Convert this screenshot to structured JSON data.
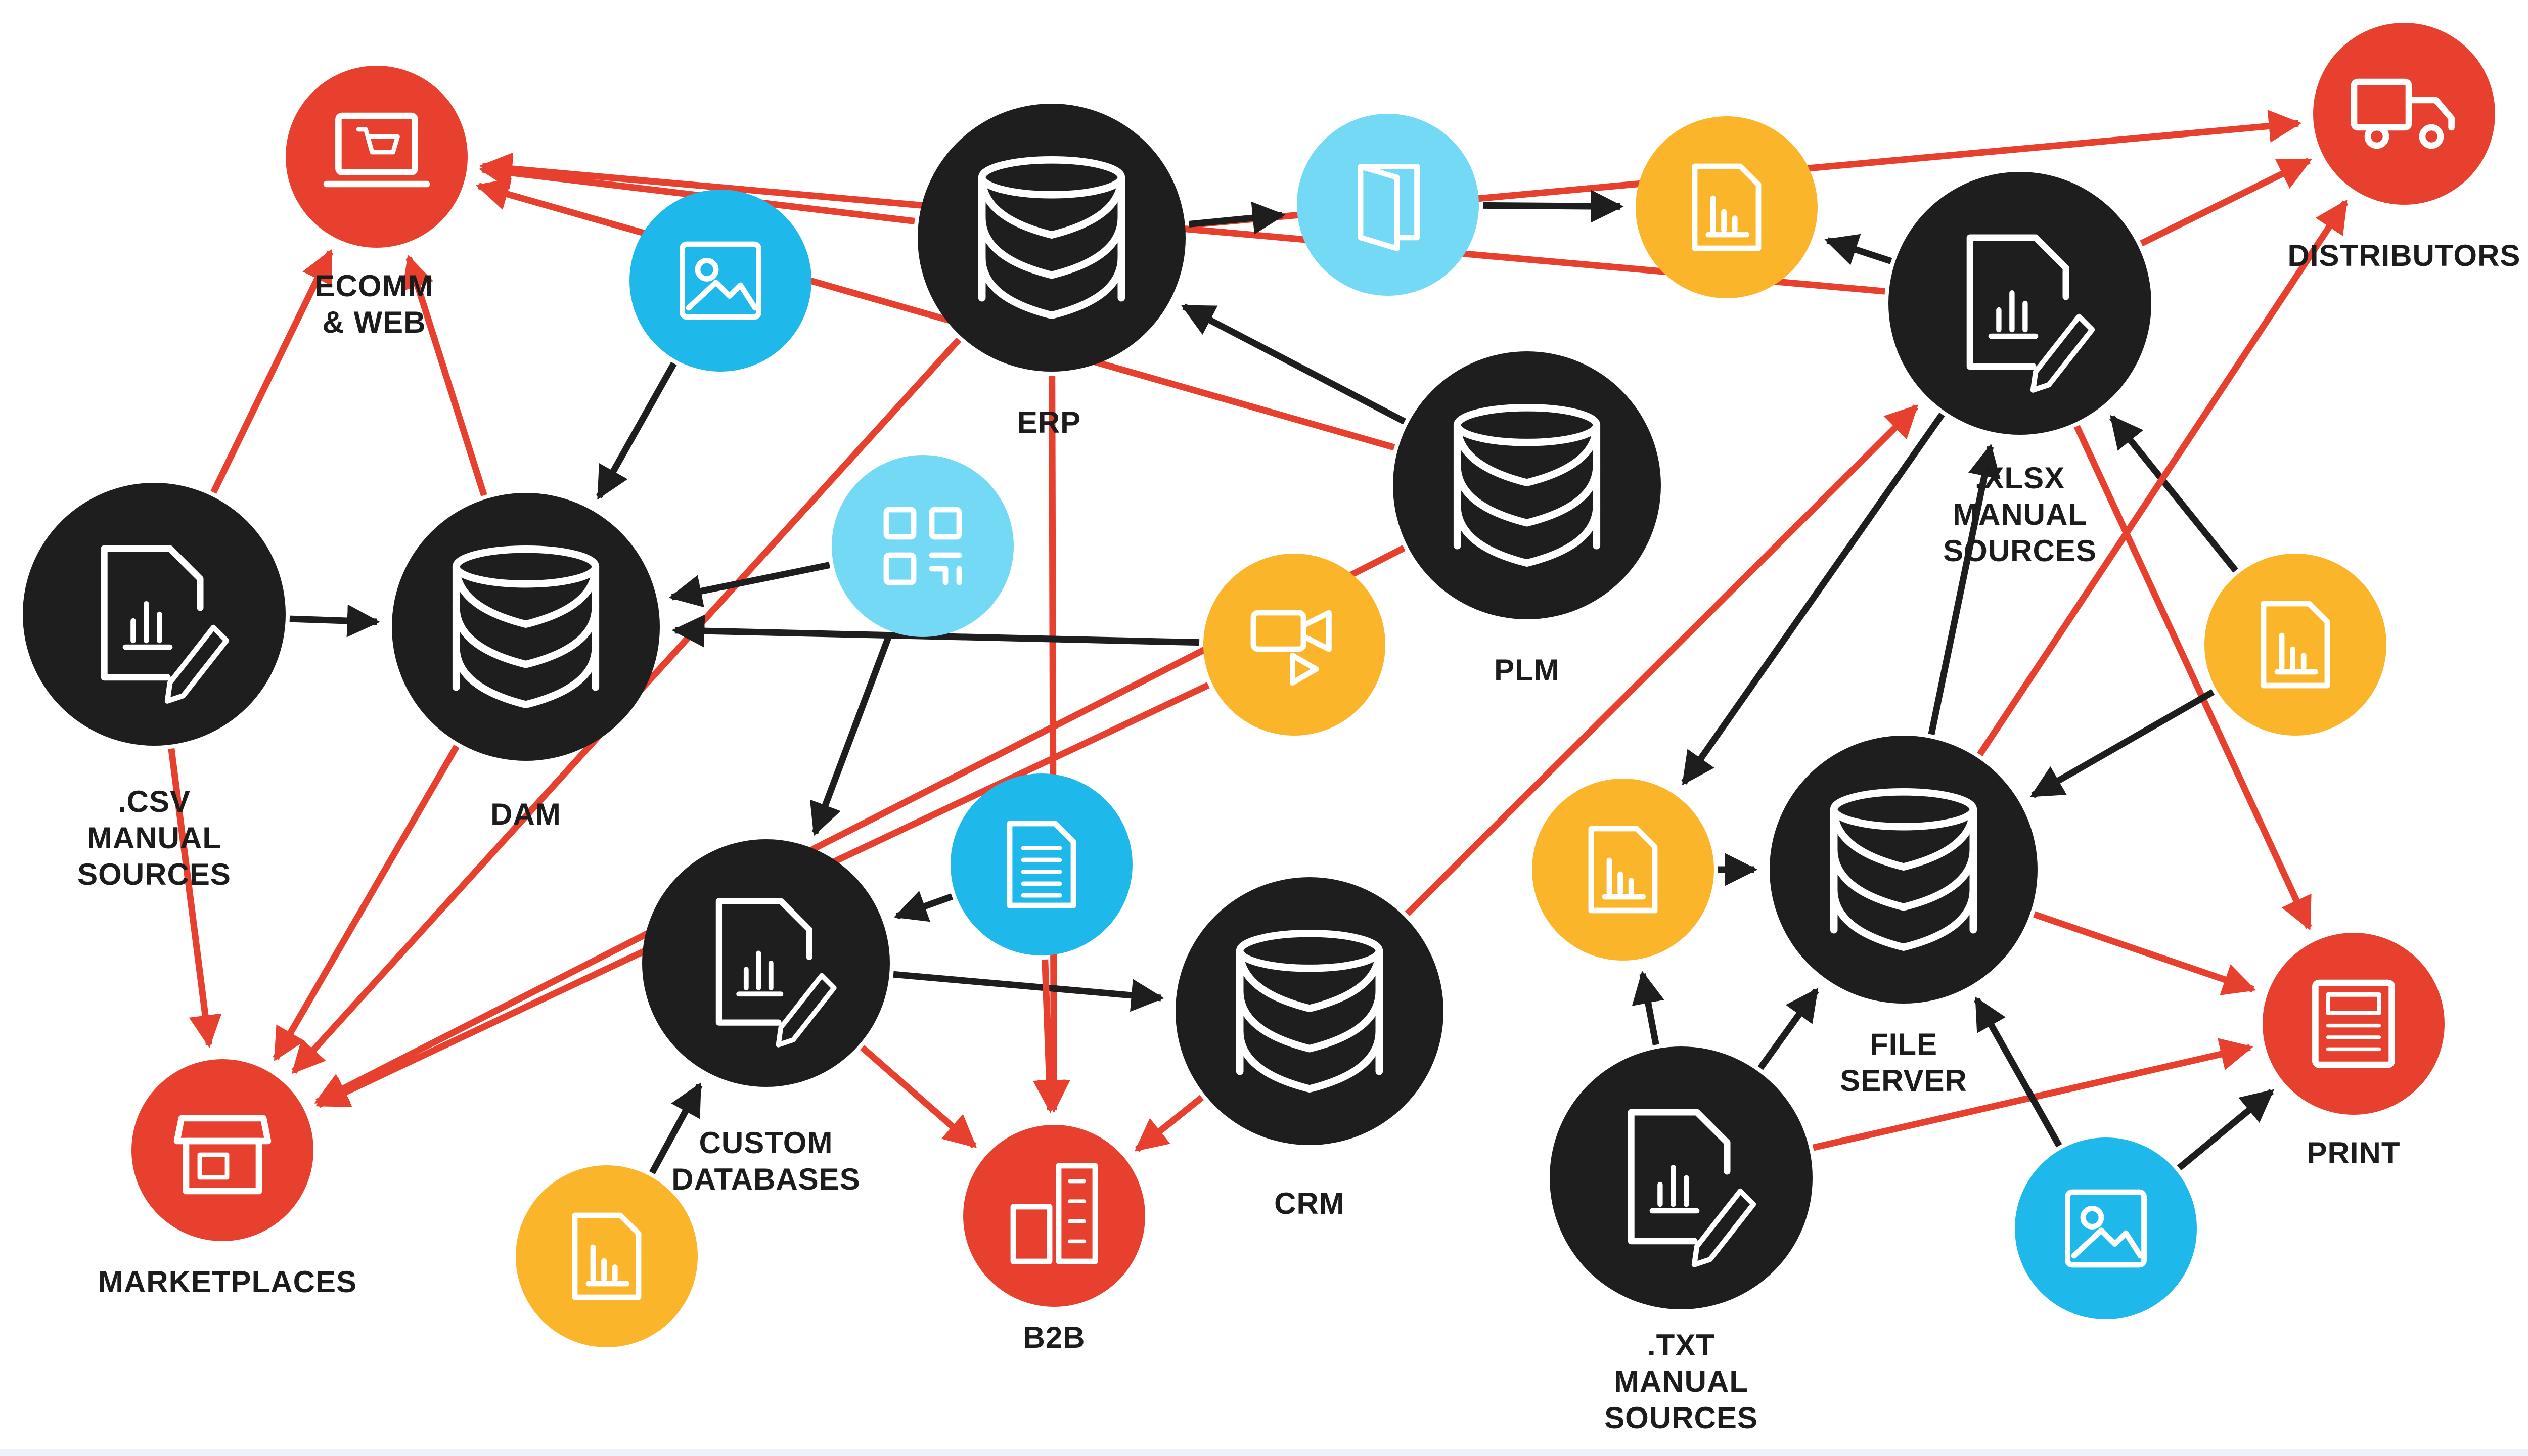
{
  "colors": {
    "red": "#e8402f",
    "black": "#1e1e1e",
    "light_blue": "#73d9f4",
    "blue": "#1fb8ea",
    "yellow": "#fbb52b",
    "white": "#ffffff"
  },
  "labels": {
    "ecomm": [
      "ECOMM",
      "& WEB"
    ],
    "erp": "ERP",
    "distributors": "DISTRIBUTORS",
    "xlsx": [
      ".XLSX",
      "MANUAL",
      "SOURCES"
    ],
    "csv": [
      ".CSV",
      "MANUAL",
      "SOURCES"
    ],
    "dam": "DAM",
    "plm": "PLM",
    "custom_db": [
      "CUSTOM",
      "DATABASES"
    ],
    "crm": "CRM",
    "file_server": [
      "FILE",
      "SERVER"
    ],
    "marketplaces": "MARKETPLACES",
    "b2b": "B2B",
    "print": "PRINT",
    "txt": [
      ".TXT",
      "MANUAL",
      "SOURCES"
    ]
  },
  "nodes": [
    {
      "id": "ecomm",
      "kind": "destination",
      "icon": "laptop-cart-icon"
    },
    {
      "id": "distributors",
      "kind": "destination",
      "icon": "truck-icon"
    },
    {
      "id": "marketplaces",
      "kind": "destination",
      "icon": "storefront-icon"
    },
    {
      "id": "b2b",
      "kind": "destination",
      "icon": "buildings-icon"
    },
    {
      "id": "print",
      "kind": "destination",
      "icon": "newspaper-icon"
    },
    {
      "id": "erp",
      "kind": "system",
      "icon": "database-icon"
    },
    {
      "id": "dam",
      "kind": "system",
      "icon": "database-icon"
    },
    {
      "id": "plm",
      "kind": "system",
      "icon": "database-icon"
    },
    {
      "id": "crm",
      "kind": "system",
      "icon": "database-icon"
    },
    {
      "id": "file_server",
      "kind": "system",
      "icon": "database-icon"
    },
    {
      "id": "csv",
      "kind": "manual-source",
      "icon": "file-chart-pen-icon"
    },
    {
      "id": "xlsx",
      "kind": "manual-source",
      "icon": "file-chart-pen-icon"
    },
    {
      "id": "txt",
      "kind": "manual-source",
      "icon": "file-chart-pen-icon"
    },
    {
      "id": "custom_db",
      "kind": "manual-source",
      "icon": "file-chart-pen-icon"
    },
    {
      "id": "img_top",
      "kind": "asset",
      "icon": "image-icon"
    },
    {
      "id": "catalog",
      "kind": "asset",
      "icon": "catalog-icon"
    },
    {
      "id": "qr",
      "kind": "asset",
      "icon": "qr-code-icon"
    },
    {
      "id": "doc",
      "kind": "asset",
      "icon": "document-icon"
    },
    {
      "id": "video",
      "kind": "asset",
      "icon": "video-icon"
    },
    {
      "id": "y_top",
      "kind": "data-file",
      "icon": "chart-file-icon"
    },
    {
      "id": "y_right",
      "kind": "data-file",
      "icon": "chart-file-icon"
    },
    {
      "id": "y_mid",
      "kind": "data-file",
      "icon": "chart-file-icon"
    },
    {
      "id": "y_bottom",
      "kind": "data-file",
      "icon": "chart-file-icon"
    },
    {
      "id": "img_bottom",
      "kind": "asset",
      "icon": "image-icon"
    }
  ],
  "edges": [
    {
      "from": "erp",
      "to": "ecomm",
      "color": "red"
    },
    {
      "from": "erp",
      "to": "marketplaces",
      "color": "red"
    },
    {
      "from": "erp",
      "to": "b2b",
      "color": "red"
    },
    {
      "from": "erp",
      "to": "distributors",
      "color": "red"
    },
    {
      "from": "plm",
      "to": "ecomm",
      "color": "red"
    },
    {
      "from": "plm",
      "to": "erp",
      "color": "black"
    },
    {
      "from": "xlsx",
      "to": "ecomm",
      "color": "red"
    },
    {
      "from": "xlsx",
      "to": "print",
      "color": "red"
    },
    {
      "from": "xlsx",
      "to": "distributors",
      "color": "red"
    },
    {
      "from": "xlsx",
      "to": "y_top",
      "color": "black"
    },
    {
      "from": "xlsx",
      "to": "y_mid",
      "color": "black"
    },
    {
      "from": "erp",
      "to": "catalog",
      "color": "black"
    },
    {
      "from": "catalog",
      "to": "y_top",
      "color": "black"
    },
    {
      "from": "img_top",
      "to": "dam",
      "color": "black"
    },
    {
      "from": "qr",
      "to": "dam",
      "color": "black"
    },
    {
      "from": "qr",
      "to": "custom_db",
      "color": "black"
    },
    {
      "from": "video",
      "to": "dam",
      "color": "black"
    },
    {
      "from": "video",
      "to": "marketplaces",
      "color": "red"
    },
    {
      "from": "plm",
      "to": "marketplaces",
      "color": "red"
    },
    {
      "from": "csv",
      "to": "dam",
      "color": "black"
    },
    {
      "from": "csv",
      "to": "ecomm",
      "color": "red"
    },
    {
      "from": "csv",
      "to": "marketplaces",
      "color": "red"
    },
    {
      "from": "dam",
      "to": "ecomm",
      "color": "red"
    },
    {
      "from": "dam",
      "to": "marketplaces",
      "color": "red"
    },
    {
      "from": "custom_db",
      "to": "crm",
      "color": "black"
    },
    {
      "from": "custom_db",
      "to": "b2b",
      "color": "red"
    },
    {
      "from": "doc",
      "to": "custom_db",
      "color": "black"
    },
    {
      "from": "doc",
      "to": "b2b",
      "color": "red"
    },
    {
      "from": "y_bottom",
      "to": "custom_db",
      "color": "black"
    },
    {
      "from": "crm",
      "to": "b2b",
      "color": "red"
    },
    {
      "from": "crm",
      "to": "xlsx",
      "color": "red"
    },
    {
      "from": "y_mid",
      "to": "file_server",
      "color": "black"
    },
    {
      "from": "y_right",
      "to": "xlsx",
      "color": "black"
    },
    {
      "from": "y_right",
      "to": "file_server",
      "color": "black"
    },
    {
      "from": "file_server",
      "to": "xlsx",
      "color": "black"
    },
    {
      "from": "file_server",
      "to": "print",
      "color": "red"
    },
    {
      "from": "file_server",
      "to": "distributors",
      "color": "red"
    },
    {
      "from": "txt",
      "to": "y_mid",
      "color": "black"
    },
    {
      "from": "txt",
      "to": "file_server",
      "color": "black"
    },
    {
      "from": "txt",
      "to": "print",
      "color": "red"
    },
    {
      "from": "img_bottom",
      "to": "file_server",
      "color": "black"
    },
    {
      "from": "img_bottom",
      "to": "print",
      "color": "black"
    }
  ]
}
